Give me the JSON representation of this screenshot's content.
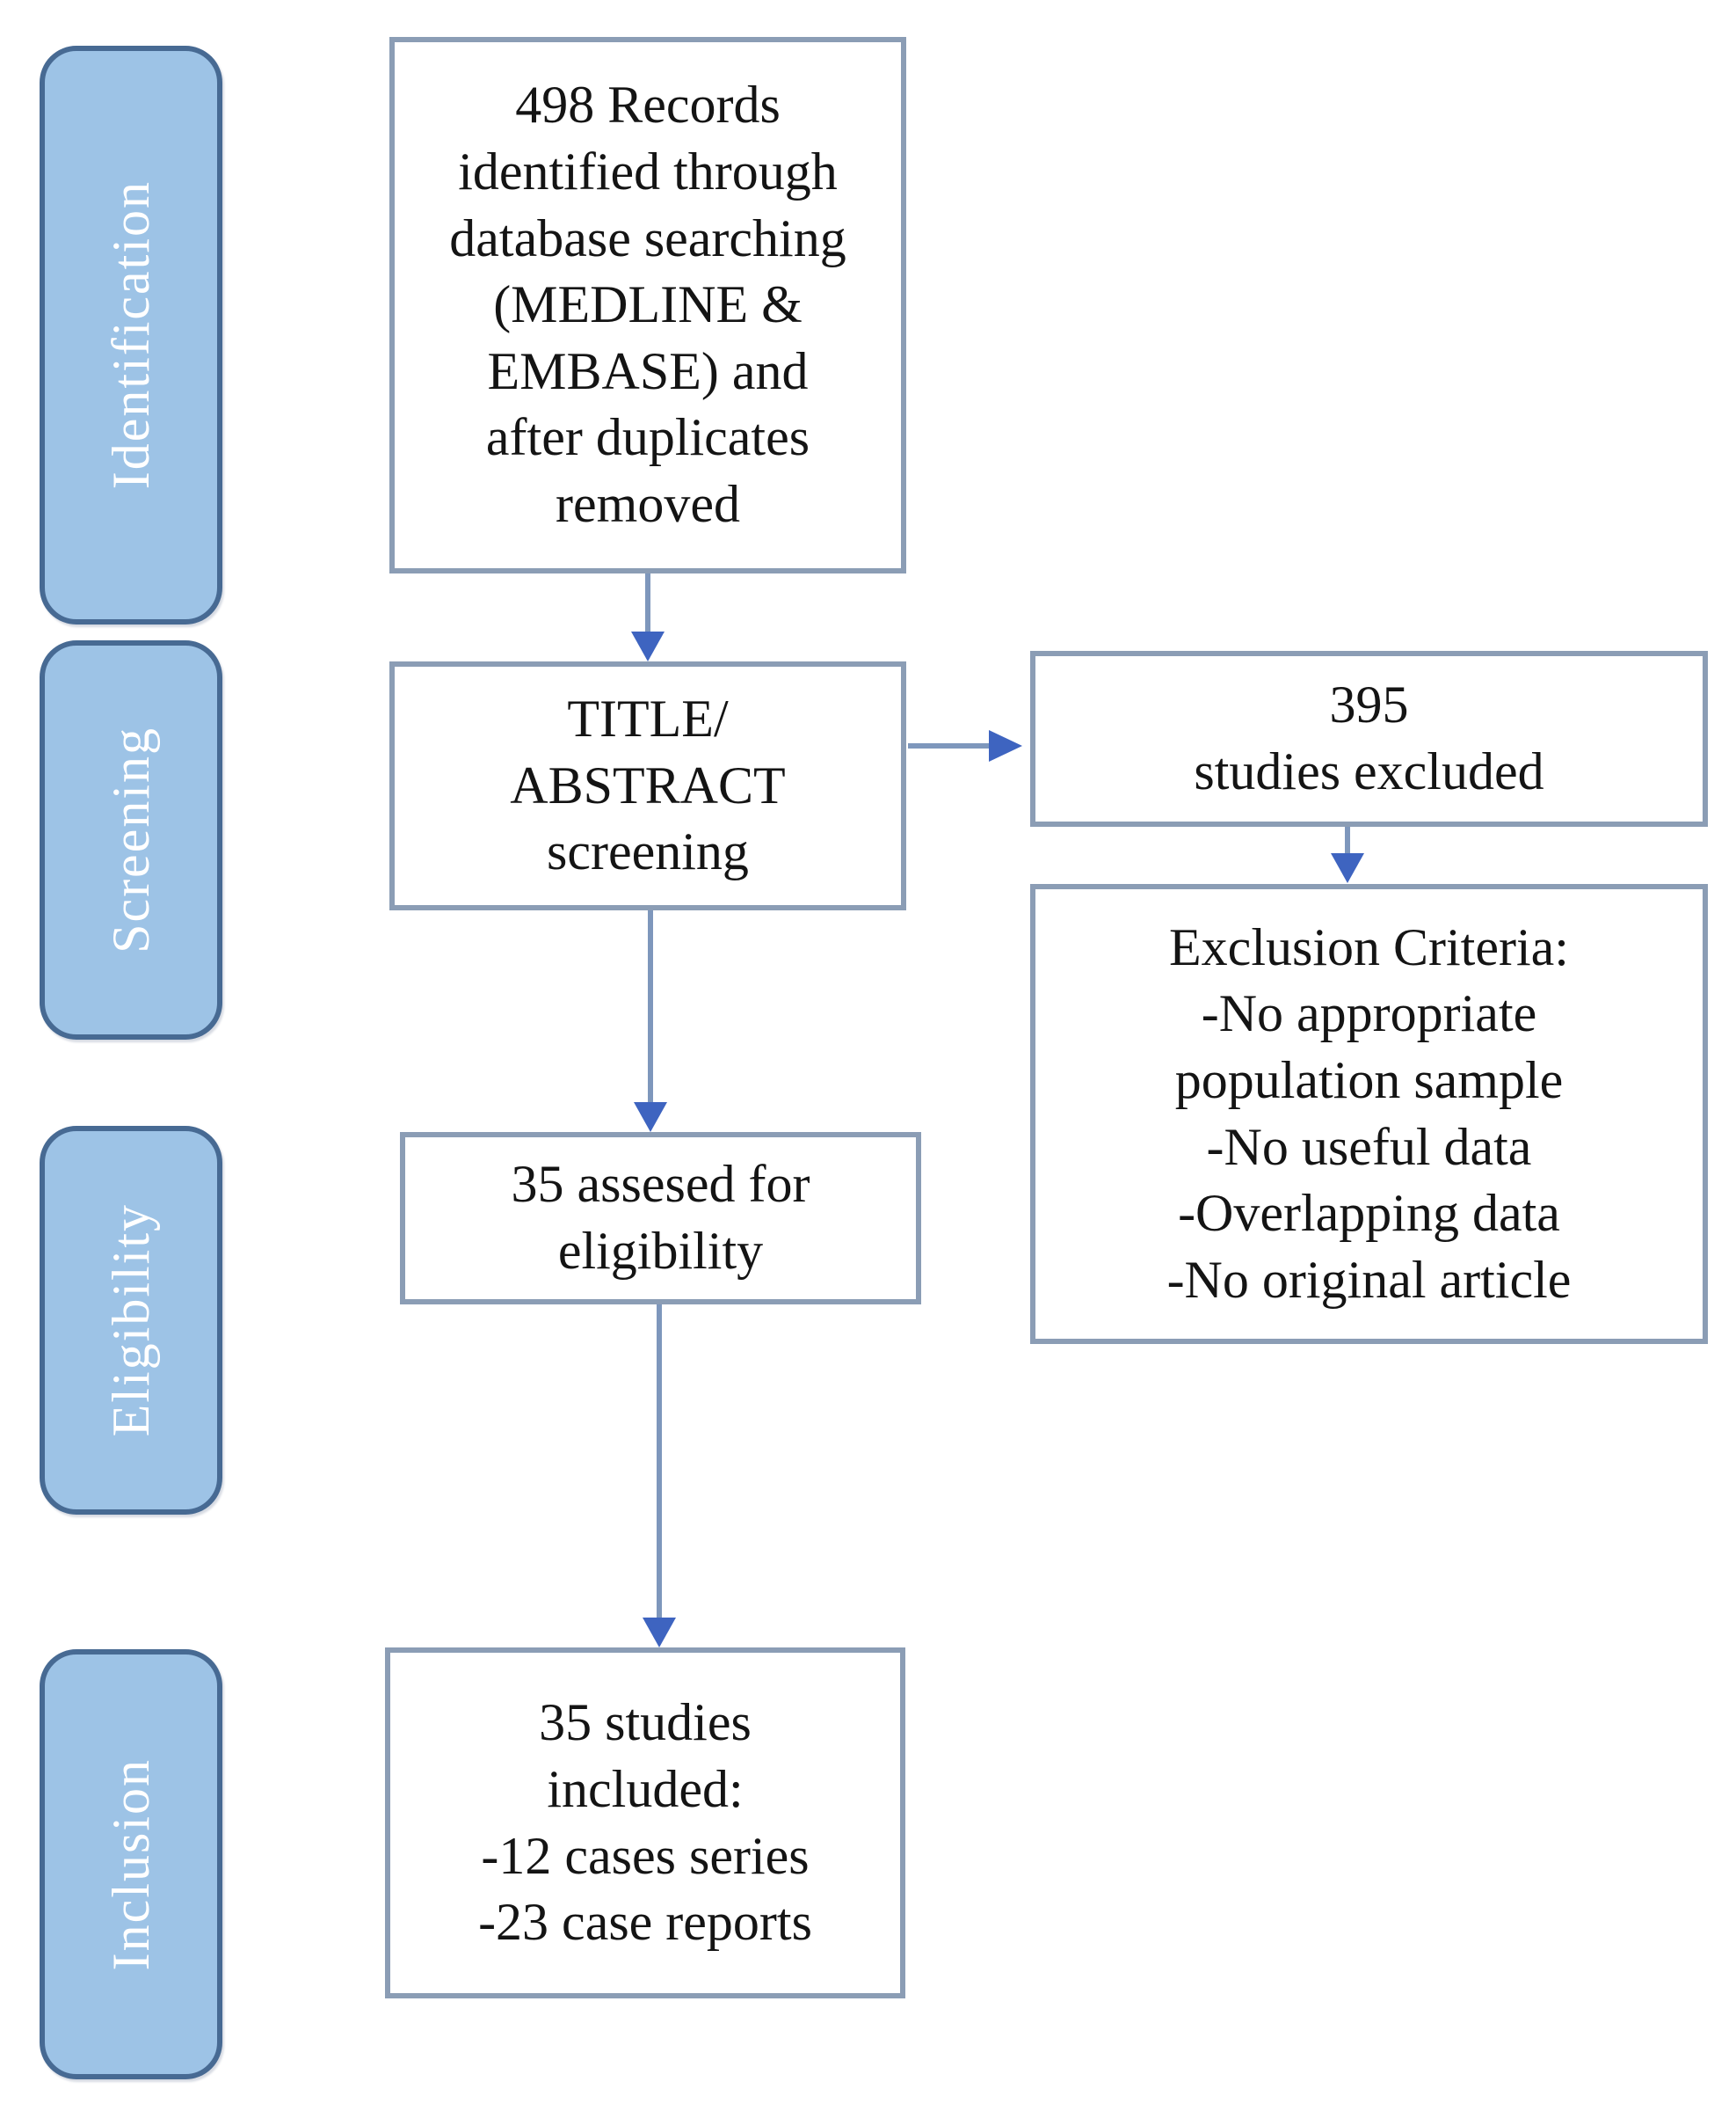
{
  "diagram": {
    "stages": [
      {
        "label": "Identification"
      },
      {
        "label": "Screening"
      },
      {
        "label": "Eligibility"
      },
      {
        "label": "Inclusion"
      }
    ],
    "boxes": {
      "records_identified": "498 Records\nidentified through\ndatabase searching\n(MEDLINE &\nEMBASE) and\nafter duplicates\nremoved",
      "title_abstract_screening": "TITLE/\nABSTRACT\nscreening",
      "studies_excluded": "395\nstudies excluded",
      "exclusion_criteria": "Exclusion Criteria:\n-No appropriate\npopulation sample\n-No useful data\n-Overlapping data\n-No original article",
      "assessed_for_eligibility": "35 assesed for\neligibility",
      "studies_included": "35 studies\nincluded:\n-12 cases series\n-23 case reports"
    },
    "colors": {
      "stage_fill": "#9DC3E6",
      "stage_border": "#476A93",
      "stage_text": "#FFFFFF",
      "box_border": "#8B9DB5",
      "arrow_line": "#7E97BC",
      "arrow_head": "#3E64C0",
      "text_color": "#141414",
      "bg": "#FFFFFF"
    }
  }
}
